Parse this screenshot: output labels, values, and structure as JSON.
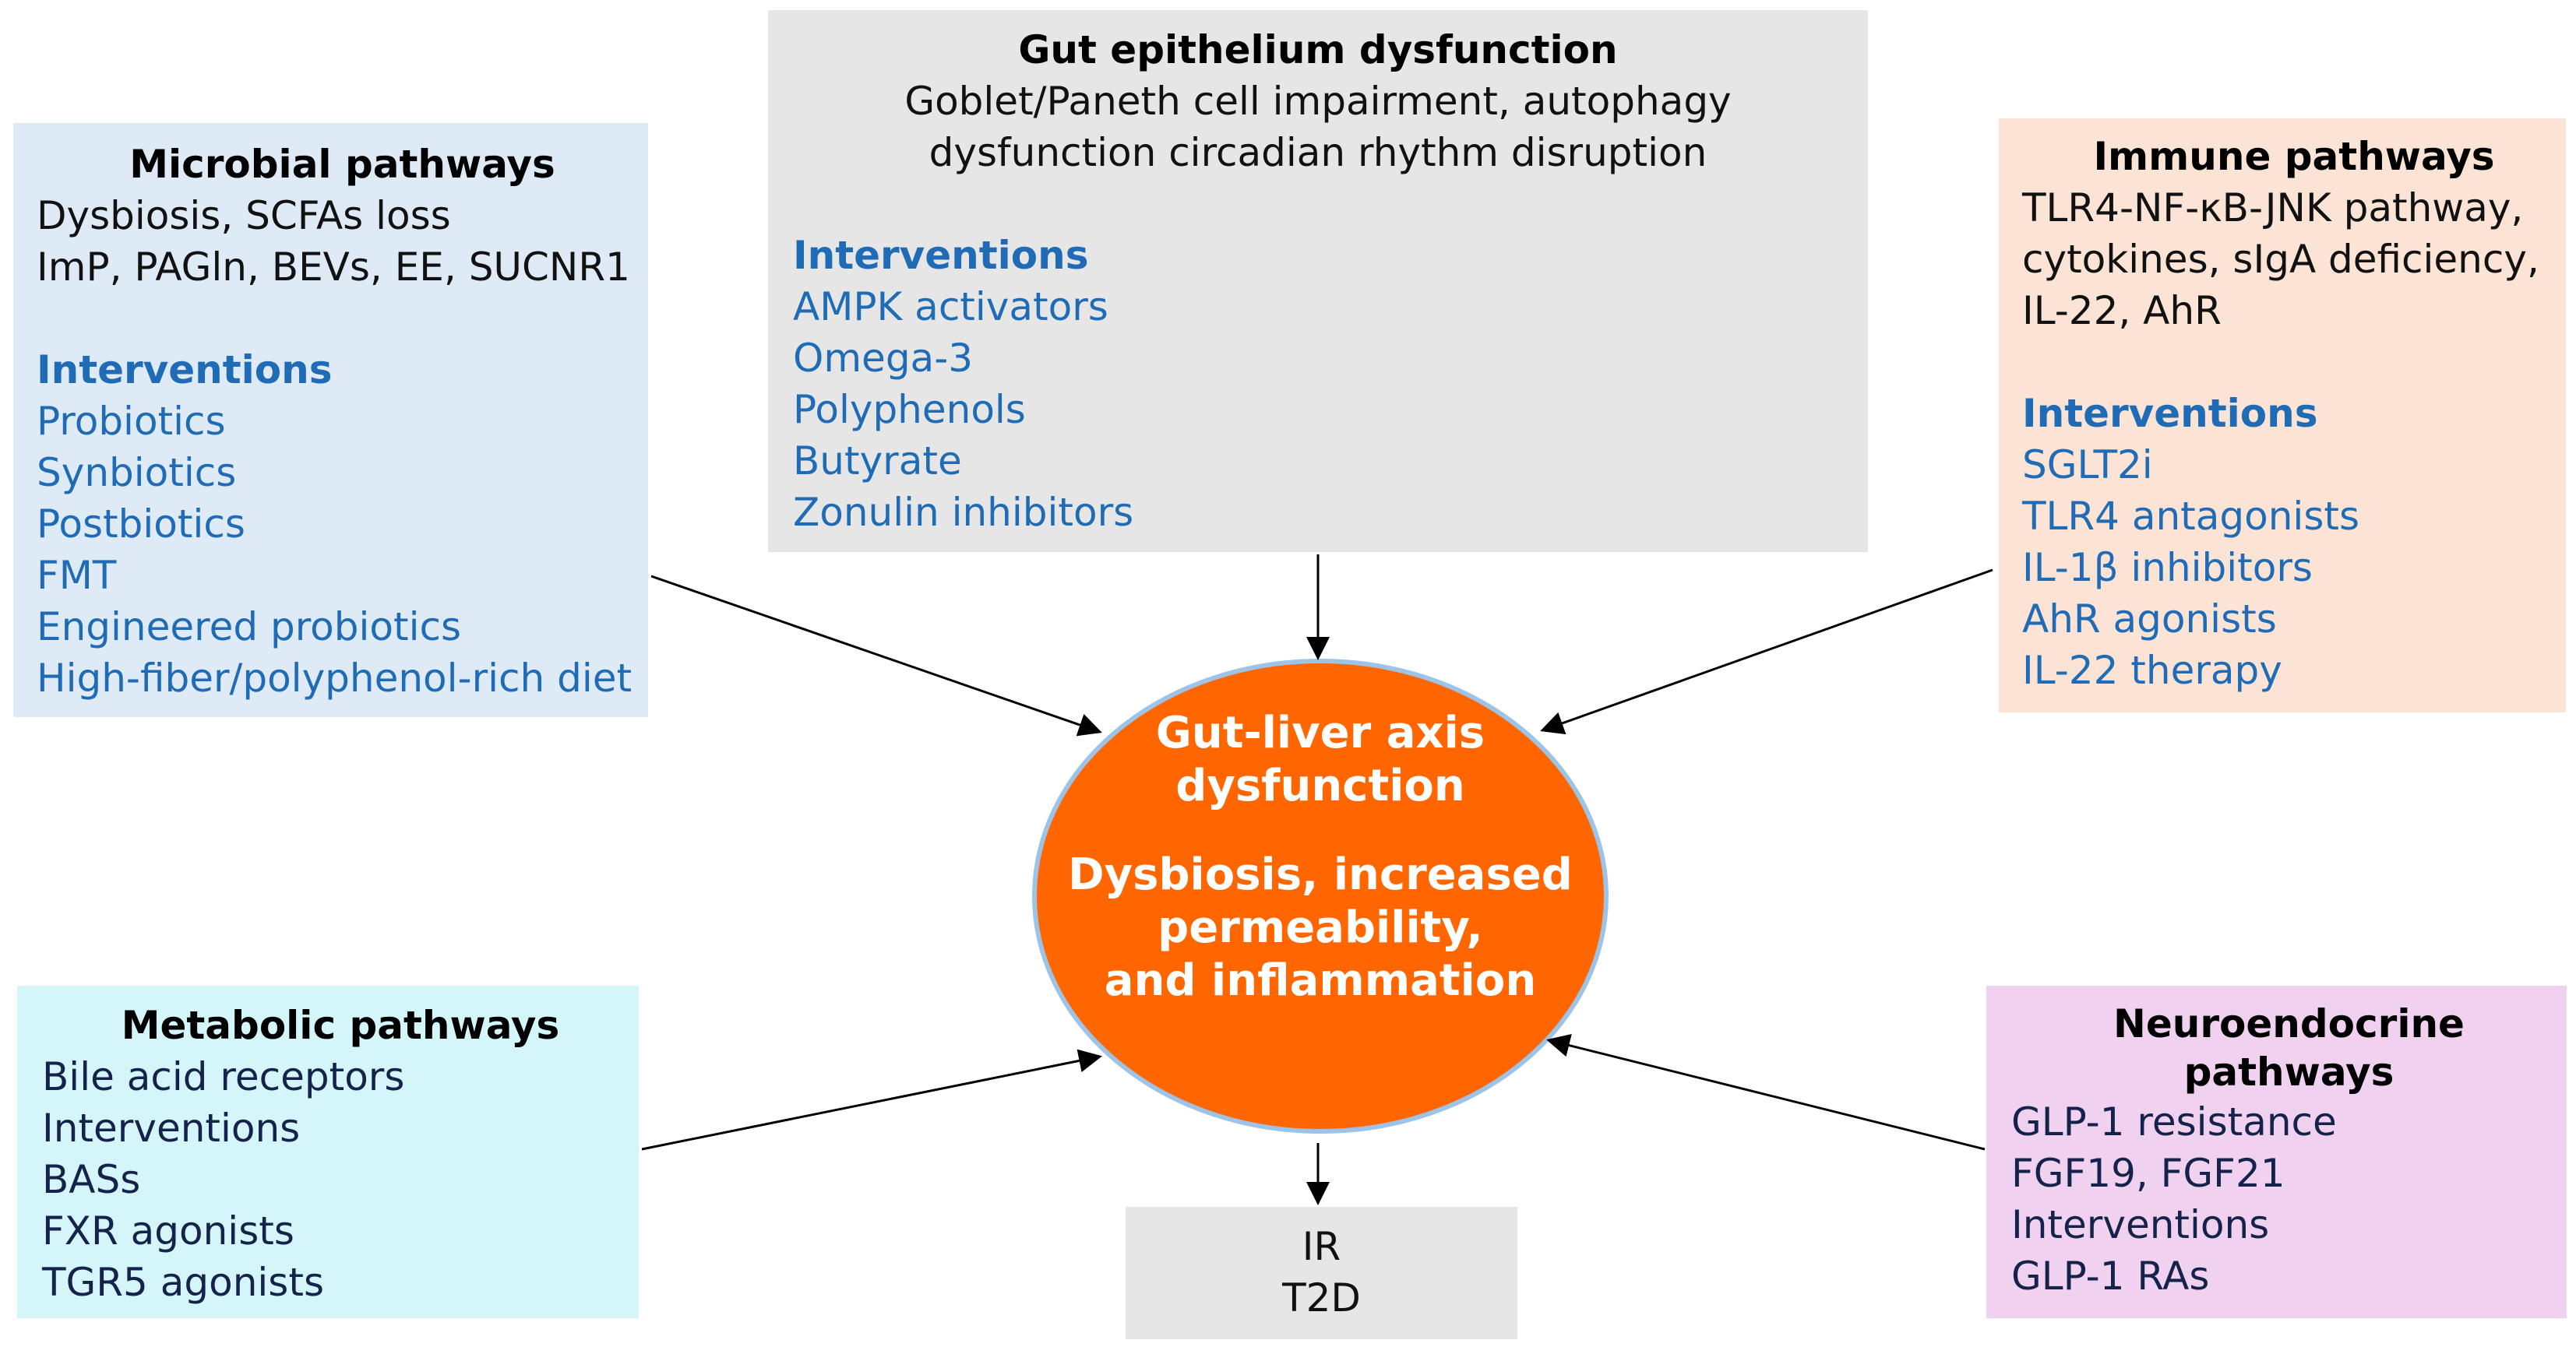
{
  "center": {
    "line1": "Gut-liver axis",
    "line2": "dysfunction",
    "line3": "Dysbiosis, increased",
    "line4": "permeability,",
    "line5": "and inflammation"
  },
  "microbial": {
    "title": "Microbial pathways",
    "lines": [
      "Dysbiosis, SCFAs loss",
      "ImP, PAGln, BEVs, EE, SUCNR1"
    ],
    "interventions_label": "Interventions",
    "interventions": [
      "Probiotics",
      "Synbiotics",
      "Postbiotics",
      "FMT",
      "Engineered probiotics",
      "High-fiber/polyphenol-rich diet"
    ]
  },
  "gut": {
    "title": "Gut epithelium dysfunction",
    "lines": [
      "Goblet/Paneth cell impairment, autophagy",
      "dysfunction circadian rhythm disruption"
    ],
    "interventions_label": "Interventions",
    "interventions": [
      "AMPK activators",
      "Omega-3",
      "Polyphenols",
      "Butyrate",
      "Zonulin inhibitors"
    ]
  },
  "immune": {
    "title": "Immune pathways",
    "lines": [
      "TLR4-NF-κB-JNK pathway,",
      "cytokines, sIgA deficiency,",
      "IL-22, AhR"
    ],
    "interventions_label": "Interventions",
    "interventions": [
      "SGLT2i",
      "TLR4 antagonists",
      "IL-1β inhibitors",
      "AhR agonists",
      "IL-22 therapy"
    ]
  },
  "metabolic": {
    "title": "Metabolic pathways",
    "lines": [
      "Bile acid receptors",
      "Interventions",
      "BASs",
      "FXR agonists",
      "TGR5 agonists"
    ]
  },
  "neuro": {
    "title_line1": "Neuroendocrine",
    "title_line2": "pathways",
    "lines": [
      "GLP-1 resistance",
      "FGF19, FGF21",
      "Interventions",
      "GLP-1 RAs"
    ]
  },
  "outcome": {
    "lines": [
      "IR",
      "T2D"
    ]
  },
  "colors": {
    "center_fill": "#ff6600",
    "center_stroke": "#9dc3e6",
    "intervention_text": "#1f6bb5",
    "microbial_bg": "#deebf7",
    "gut_bg": "#e6e6e6",
    "immune_bg": "#fbe3d6",
    "metabolic_bg": "#d4f6fb",
    "neuro_bg": "#f0d2f0",
    "outcome_bg": "#e6e6e6"
  }
}
